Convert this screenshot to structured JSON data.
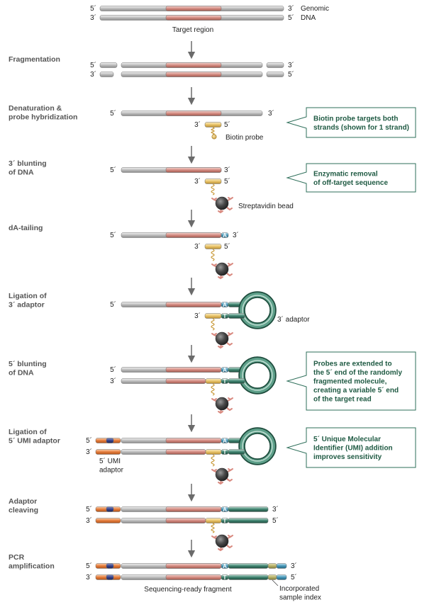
{
  "top": {
    "label": "Target region",
    "genomic": "Genomic",
    "dna": "DNA"
  },
  "ends": {
    "five": "5´",
    "three": "3´"
  },
  "steps": [
    "Fragmentation",
    "Denaturation &\nprobe hybridization",
    "3´ blunting\nof DNA",
    "dA-tailing",
    "Ligation of\n3´ adaptor",
    "5´ blunting\nof DNA",
    "Ligation of\n5´ UMI adaptor",
    "Adaptor\ncleaving",
    "PCR\namplification"
  ],
  "labels": {
    "biotin_probe": "Biotin probe",
    "streptavidin_bead": "Streptavidin bead",
    "adaptor_3": "3´ adaptor",
    "umi_adaptor": "5´ UMI\nadaptor",
    "sequencing_ready": "Sequencing-ready fragment",
    "sample_index": "Incorporated\nsample index"
  },
  "bases": {
    "a": "A",
    "t": "T"
  },
  "callouts": [
    "Biotin probe targets both\nstrands (shown for 1 strand)",
    "Enzymatic removal\nof off-target sequence",
    "Probes are extended to\nthe 5´ end of the randomly\nfragmented molecule,\ncreating a variable 5´ end\nof the target read",
    "5´ Unique Molecular\nIdentifier (UMI) addition\nimproves sensitivity"
  ],
  "colors": {
    "dna_gray": "#b9b9b9",
    "target_red": "#cf8a80",
    "probe_gold": "#e8c36a",
    "adaptor_teal": "#2e6f5a",
    "umi_orange": "#e07a3a",
    "umi_navy": "#33407e",
    "index_blue": "#3f8fb0",
    "callout_text": "#1f5a43",
    "step_text": "#555555"
  }
}
